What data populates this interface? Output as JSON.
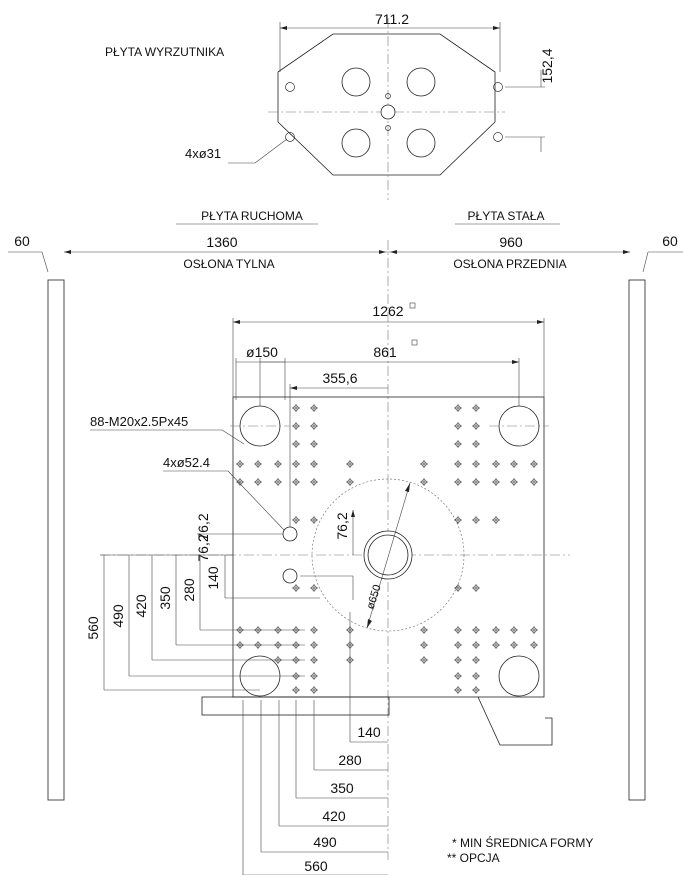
{
  "ejector": {
    "title": "PŁYTA WYRZUTNIKA",
    "width": "711.2",
    "height": "152,4",
    "holes": "4xø31"
  },
  "sections": {
    "moving": "PŁYTA RUCHOMA",
    "moving_dim": "1360",
    "rear_guard": "OSŁONA TYLNA",
    "fixed": "PŁYTA STAŁA",
    "fixed_dim": "960",
    "front_guard": "OSŁONA PRZEDNIA",
    "left_60": "60",
    "right_60": "60"
  },
  "platen": {
    "overall": "1262",
    "tiebar_dist": "861",
    "tiebar_dia": "ø150",
    "half_dist": "355,6",
    "threads": "88-M20x2.5Px45",
    "ejector_holes": "4xø52.4",
    "v_762_a": "76,2",
    "v_762_b": "76,2",
    "v_762_c": "76,2",
    "circle": "ø650",
    "v_140": "140",
    "v_280": "280",
    "v_350": "350",
    "v_420": "420",
    "v_490": "490",
    "v_560": "560",
    "h_140": "140",
    "h_280": "280",
    "h_350": "350",
    "h_420": "420",
    "h_490": "490",
    "h_560": "560"
  },
  "notes": {
    "min_mold": "* MIN ŚREDNICA FORMY",
    "option": "** OPCJA"
  }
}
